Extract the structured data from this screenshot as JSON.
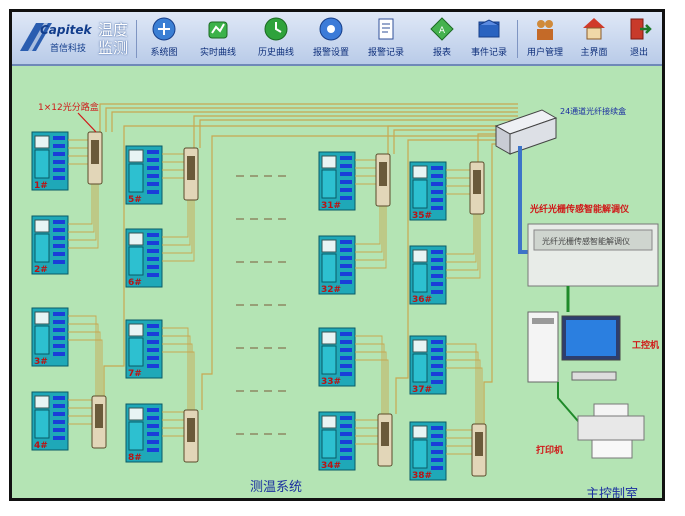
{
  "app": {
    "brand_name": "Capitek",
    "brand_sub": "首信科技",
    "title_line1": "温度",
    "title_line2": "监测"
  },
  "toolbar": [
    {
      "label": "系统图",
      "icon": "system-diagram-icon"
    },
    {
      "label": "实时曲线",
      "icon": "realtime-curve-icon"
    },
    {
      "label": "历史曲线",
      "icon": "history-curve-icon"
    },
    {
      "label": "报警设置",
      "icon": "alarm-settings-icon"
    },
    {
      "label": "报警记录",
      "icon": "alarm-record-icon"
    },
    {
      "label": "报表",
      "icon": "report-icon"
    },
    {
      "label": "事件记录",
      "icon": "event-record-icon"
    },
    {
      "label": "用户管理",
      "icon": "user-management-icon"
    },
    {
      "label": "主界面",
      "icon": "home-icon"
    },
    {
      "label": "退出",
      "icon": "exit-icon"
    }
  ],
  "diagram": {
    "splitter_label": "1×12光分路盒",
    "junction_label": "24通道光纤接续盒",
    "demod_label": "光纤光栅传感智能解调仪",
    "demod_panel_text": "光纤光栅传感智能解调仪",
    "ipc_label": "工控机",
    "printer_label": "打印机",
    "system_label": "测温系统",
    "room_label": "主控制室",
    "cabinets": [
      "1#",
      "2#",
      "3#",
      "4#",
      "5#",
      "6#",
      "7#",
      "8#",
      "31#",
      "32#",
      "33#",
      "34#",
      "35#",
      "36#",
      "37#",
      "38#"
    ],
    "colors": {
      "background": "#b4e4b4",
      "fiber": "#c8a850",
      "trunk": "#3d74c8",
      "green_link": "#1f8a2a",
      "label_red": "#d01818",
      "label_blue": "#1b2fa0",
      "cabinet": "#1fa8b8"
    }
  }
}
